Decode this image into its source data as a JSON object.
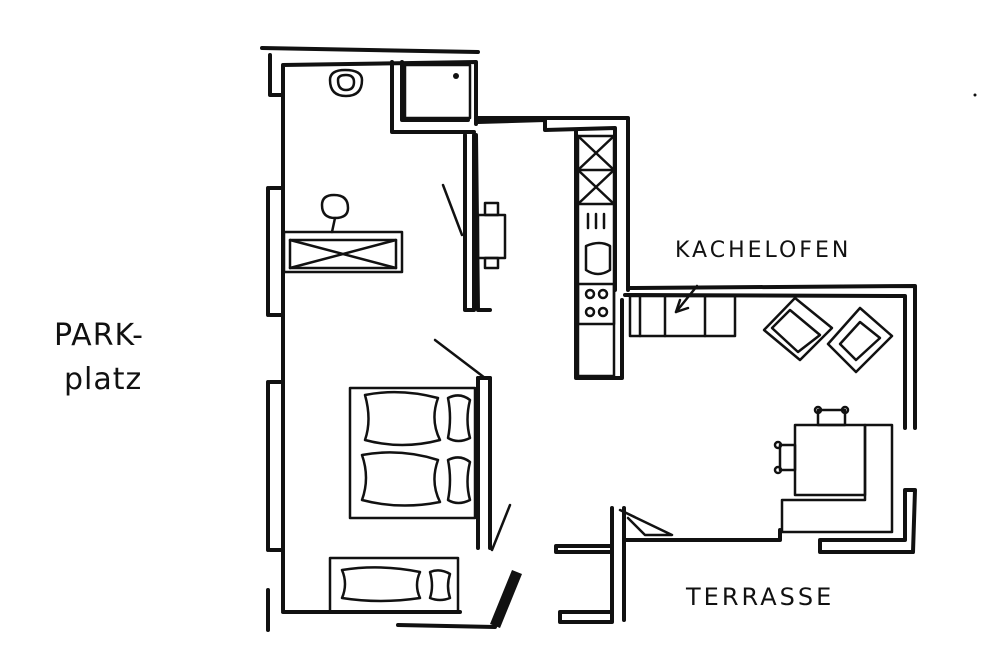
{
  "labels": {
    "park": "PARK-",
    "platz": "platz",
    "kachelofen": "KACHELOFEN",
    "terrasse": "TERRASSE"
  },
  "colors": {
    "ink": "#111111",
    "paper": "#ffffff"
  }
}
